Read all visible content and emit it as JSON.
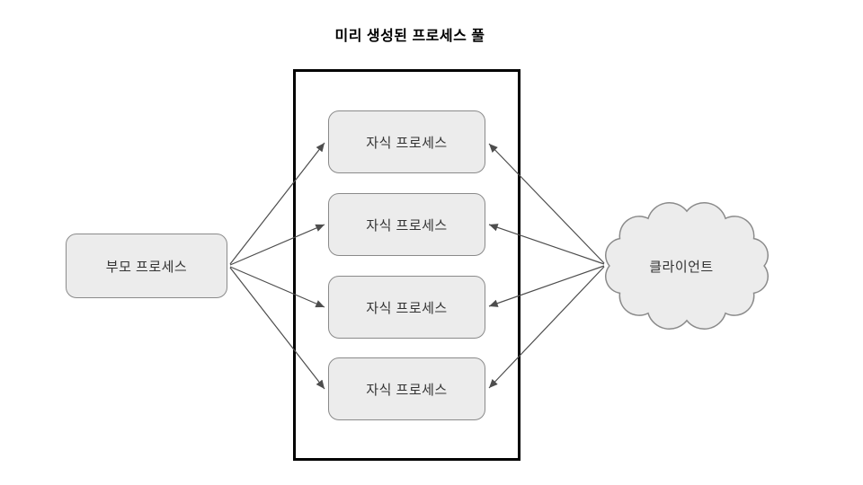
{
  "diagram": {
    "title": "미리 생성된 프로세스 풀",
    "parent_node": {
      "label": "부모 프로세스"
    },
    "pool": {
      "children": [
        {
          "label": "자식 프로세스"
        },
        {
          "label": "자식 프로세스"
        },
        {
          "label": "자식 프로세스"
        },
        {
          "label": "자식 프로세스"
        }
      ]
    },
    "client_node": {
      "label": "클라이언트"
    },
    "colors": {
      "node_fill": "#ececec",
      "node_border": "#8a8a8a",
      "arrow": "#4d4d4d",
      "pool_border": "#000000"
    }
  }
}
